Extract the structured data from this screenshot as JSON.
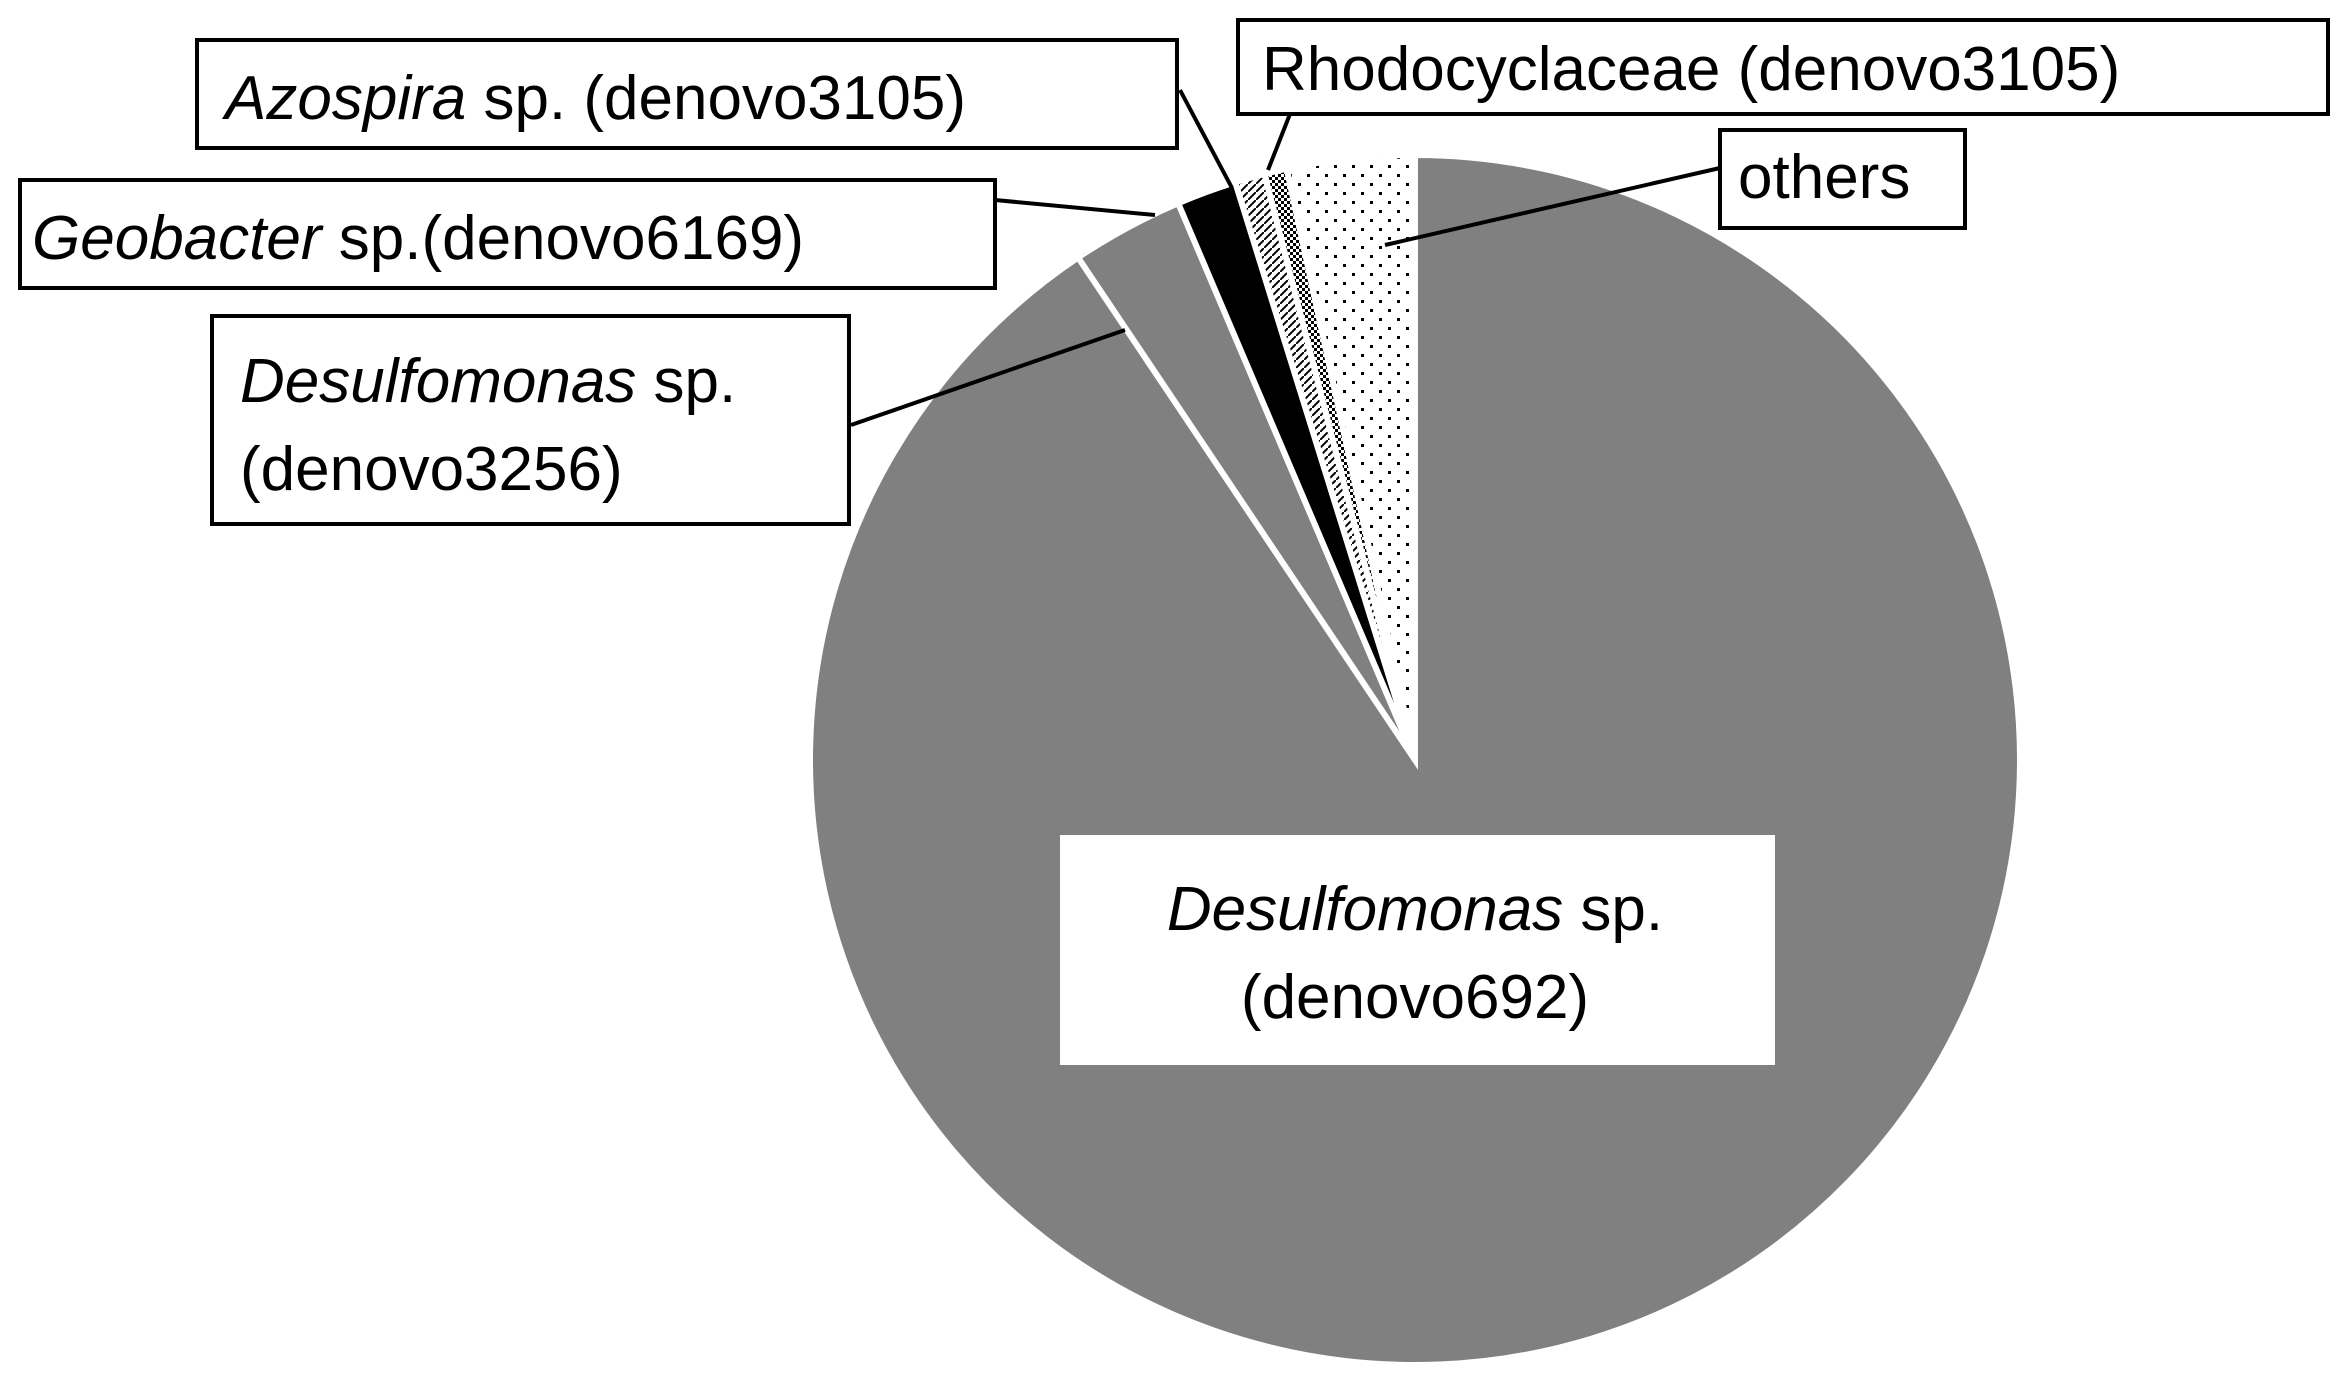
{
  "chart_data": {
    "type": "pie",
    "start_angle_deg": 0,
    "direction": "clockwise",
    "slices": [
      {
        "id": "denovo692",
        "value": 90.6,
        "fill": "#808080",
        "label_parts": [
          {
            "t": "Desulfomonas",
            "italic": true
          },
          {
            "t": " sp.",
            "italic": false
          }
        ],
        "label_line2": "(denovo692)"
      },
      {
        "id": "denovo3256",
        "value": 3.0,
        "fill": "#808080",
        "label_parts": [
          {
            "t": "Desulfomonas",
            "italic": true
          },
          {
            "t": " sp.",
            "italic": false
          }
        ],
        "label_line2": "(denovo3256)"
      },
      {
        "id": "denovo6169",
        "value": 1.6,
        "fill": "#000000",
        "label_parts": [
          {
            "t": "Geobacter",
            "italic": true
          },
          {
            "t": " sp.(denovo6169)",
            "italic": false
          }
        ]
      },
      {
        "id": "azospira",
        "value": 0.8,
        "fill": "pattern:hatch",
        "label_parts": [
          {
            "t": "Azospira",
            "italic": true
          },
          {
            "t": " sp. (denovo3105)",
            "italic": false
          }
        ]
      },
      {
        "id": "rhodo",
        "value": 0.6,
        "fill": "pattern:dense",
        "label_parts": [
          {
            "t": "Rhodocyclaceae (denovo3105)",
            "italic": false
          }
        ]
      },
      {
        "id": "others",
        "value": 3.4,
        "fill": "pattern:dots",
        "label_parts": [
          {
            "t": "others",
            "italic": false
          }
        ]
      }
    ]
  }
}
